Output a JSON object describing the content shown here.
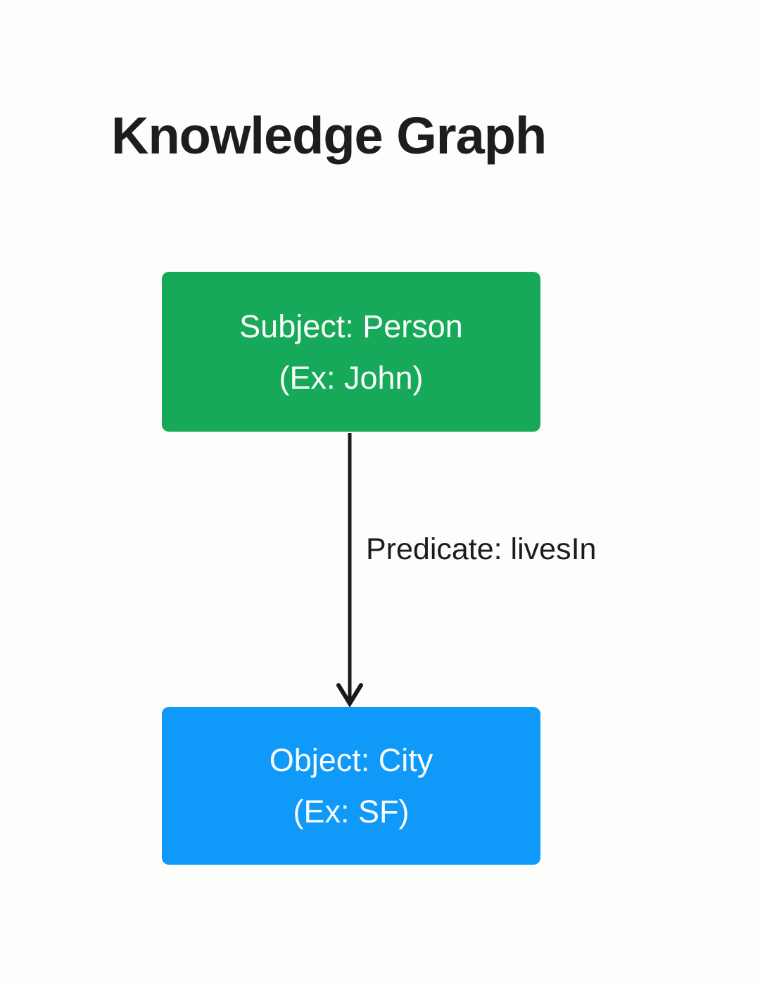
{
  "page": {
    "background_color": "#fdfdfc",
    "text_color": "#1d1d1f"
  },
  "diagram": {
    "title": "Knowledge Graph",
    "nodes": {
      "subject": {
        "line1": "Subject: Person",
        "line2": "(Ex: John)",
        "color": "#17a95a",
        "text_color": "#fafcfb"
      },
      "object": {
        "line1": "Object: City",
        "line2": "(Ex: SF)",
        "color": "#0f99f8",
        "text_color": "#fafcfb"
      }
    },
    "edge": {
      "label": "Predicate: livesIn",
      "color": "#1a1a1a",
      "direction": "subject-to-object"
    }
  }
}
